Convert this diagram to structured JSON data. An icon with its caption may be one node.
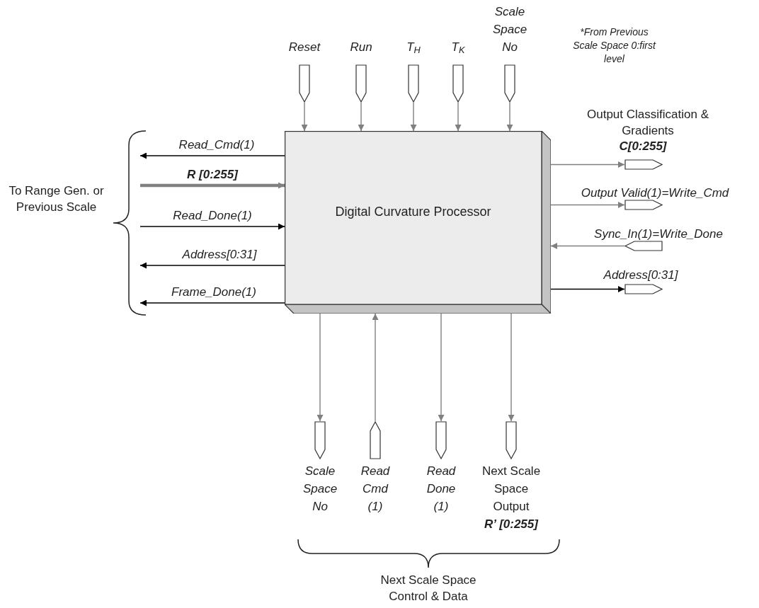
{
  "diagram": {
    "nodes": [
      {
        "text": [
          "Digital Curvature Processor"
        ]
      },
      {
        "text": [
          "Reset"
        ]
      },
      {
        "text": [
          "Run"
        ]
      },
      {
        "text": [
          "T$_{H}$"
        ]
      },
      {
        "text": [
          "T$_{K}$"
        ]
      },
      {
        "text": [
          "Scale Space No"
        ]
      },
      {
        "text": [],
        "shape": "pentagon"
      },
      {
        "text": [],
        "shape": "pentagon"
      },
      {
        "text": [],
        "shape": "pentagon"
      },
      {
        "text": [],
        "shape": "pentagon"
      },
      {
        "text": [
          "Scale Space No"
        ]
      },
      {
        "text": [
          "Read Cmd (1)"
        ]
      },
      {
        "text": [
          "Read Done (1)"
        ]
      },
      {
        "text": [
          "Next Scale Space Output",
          "**R’ [0:255]**"
        ]
      }
    ],
    "edges": [
      {
        "from": 1,
        "to": 0,
        "arrow": "to"
      },
      {
        "from": 2,
        "to": 0,
        "arrow": "to"
      },
      {
        "from": 3,
        "to": 0,
        "arrow": "to"
      },
      {
        "from": 4,
        "to": 0,
        "arrow": "to"
      },
      {
        "from": 5,
        "to": 0,
        "arrow": "to"
      },
      {
        "from": 0,
        "to": null,
        "arrow": "to",
        "label": "Read_Cmd(1)",
        "color": "#000000"
      },
      {
        "from": null,
        "to": 0,
        "arrow": "to",
        "label": "**R [0:255]**",
        "style": "thick"
      },
      {
        "from": null,
        "to": 0,
        "arrow": "to",
        "label": "Read_Done(1)",
        "color": "#000000"
      },
      {
        "from": 0,
        "to": null,
        "arrow": "to",
        "label": "Address[0:31]",
        "color": "#000000"
      },
      {
        "from": 0,
        "to": null,
        "arrow": "to",
        "label": "Frame_Done(1)",
        "color": "#000000"
      },
      {
        "from": 0,
        "to": 6,
        "arrow": "to",
        "label": "**C[0:255]**"
      },
      {
        "from": 0,
        "to": 7,
        "arrow": "to",
        "label": "Output Valid(1)=Write_Cmd"
      },
      {
        "from": 8,
        "to": 0,
        "arrow": "to",
        "label": "Sync_In(1)=Write_Done"
      },
      {
        "from": 0,
        "to": 9,
        "arrow": "to",
        "label": "Address[0:31]",
        "color": "#000000"
      },
      {
        "from": 0,
        "to": 10,
        "arrow": "to"
      },
      {
        "from": 11,
        "to": 0,
        "arrow": "to"
      },
      {
        "from": 0,
        "to": 12,
        "arrow": "to"
      },
      {
        "from": 0,
        "to": 13,
        "arrow": "to"
      }
    ],
    "labels": [
      "*From Previous Scale Space 0:first level",
      "To Range Gen. or Previous Scale",
      "Output Classification & Gradients",
      "Next Scale Space Control & Data"
    ]
  }
}
